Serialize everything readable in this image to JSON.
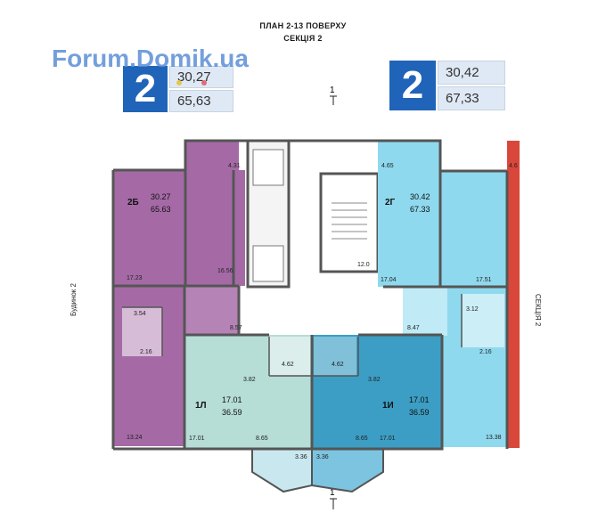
{
  "header": {
    "title_line1": "ПЛАН  2-13 ПОВЕРХУ",
    "title_line2": "СЕКЦІЯ 2",
    "watermark": "Forum.Domik.ua"
  },
  "badges": [
    {
      "rooms": "2",
      "living": "30,27",
      "total": "65,63"
    },
    {
      "rooms": "2",
      "living": "30,42",
      "total": "67,33"
    }
  ],
  "section_mark": "1",
  "units": {
    "u2b": {
      "code": "2Б",
      "living": "30.27",
      "total": "65.63"
    },
    "u2g": {
      "code": "2Г",
      "living": "30.42",
      "total": "67.33"
    },
    "u1l": {
      "code": "1Л",
      "living": "17.01",
      "total": "36.59"
    },
    "u1i": {
      "code": "1И",
      "living": "17.01",
      "total": "36.59"
    }
  },
  "room_areas": {
    "a431": "4.31",
    "a1723": "17.23",
    "a1656": "16.56",
    "a354": "3.54",
    "a216a": "2.16",
    "a857": "8.57",
    "a1324": "13.24",
    "a120": "12.0",
    "a465": "4.65",
    "a1704": "17.04",
    "a1751": "17.51",
    "a312": "3.12",
    "a216b": "2.16",
    "a847": "8.47",
    "a1338": "13.38",
    "a382a": "3.82",
    "a462a": "4.62",
    "a462b": "4.62",
    "a382b": "3.82",
    "a1701a": "17.01",
    "a865a": "8.65",
    "a865b": "8.65",
    "a1701b": "17.01",
    "a336a": "3.36",
    "a336b": "3.36",
    "a46": "4.6"
  },
  "side_labels": {
    "left": "Будинок 2",
    "right": "СЕКЦІЯ 2"
  },
  "colors": {
    "purple": "#a56aa6",
    "purple_light": "#b583b6",
    "cyan": "#8fd9ee",
    "cyan_light": "#bfeaf6",
    "mint": "#b6ddd6",
    "teal": "#3c9ec4",
    "red": "#d9473a",
    "wall": "#555555",
    "badge": "#1f64b8"
  }
}
